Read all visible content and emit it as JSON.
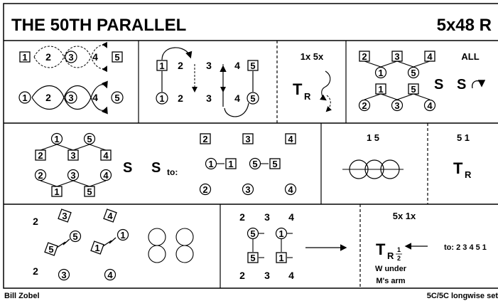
{
  "title": "THE 50TH PARALLEL",
  "formation": "5x48 R",
  "footer_left": "Bill Zobel",
  "footer_right": "5C/5C longwise set",
  "row1": {
    "cell1": {
      "n1": "1",
      "n2": "2",
      "n3": "3",
      "n4": "4",
      "n5": "5"
    },
    "cell2": {
      "n1": "1",
      "n2": "2",
      "n3": "3",
      "n4": "4",
      "n5": "5",
      "n6": "1",
      "n7": "2",
      "n8": "3",
      "n9": "4",
      "n10": "5"
    },
    "cell3": {
      "label": "1x 5x",
      "T": "T",
      "R": "R"
    },
    "cell4": {
      "n2": "2",
      "n3": "3",
      "n4": "4",
      "c1": "1",
      "c5": "5",
      "sq1": "1",
      "sq5": "5",
      "c2": "2",
      "c3": "3",
      "c4": "4",
      "all": "ALL",
      "s1": "S",
      "s2": "S"
    }
  },
  "row2": {
    "cell1": {
      "c1": "1",
      "c5": "5",
      "sq2": "2",
      "sq3": "3",
      "sq4": "4",
      "c2": "2",
      "c3": "3",
      "c4": "4",
      "sq1": "1",
      "sq5": "5",
      "s1": "S",
      "s2": "S",
      "to": "to:"
    },
    "cell2": {
      "sq2": "2",
      "sq3": "3",
      "sq4": "4",
      "c1": "1",
      "sq1": "1",
      "c5": "5",
      "sq5": "5",
      "c2": "2",
      "c3": "3",
      "c4": "4"
    },
    "cell3": {
      "label": "1 5"
    },
    "cell4": {
      "label": "5 1",
      "T": "T",
      "R": "R"
    }
  },
  "row3": {
    "cell1": {
      "n2a": "2",
      "sq3": "3",
      "sq4": "4",
      "c5": "5",
      "c1": "1",
      "sq5": "5",
      "sq1": "1",
      "n2b": "2",
      "c3": "3",
      "c4": "4"
    },
    "cell2": {
      "t2": "2",
      "t3": "3",
      "t4": "4",
      "c5": "5",
      "c1": "1",
      "sq5": "5",
      "sq1": "1",
      "b2": "2",
      "b3": "3",
      "b4": "4"
    },
    "cell3": {
      "label": "5x 1x",
      "T": "T",
      "R": "R",
      "frac_n": "1",
      "frac_d": "2",
      "note1": "W under",
      "note2": "M's arm",
      "to": "to: 2 3 4 5 1"
    }
  }
}
